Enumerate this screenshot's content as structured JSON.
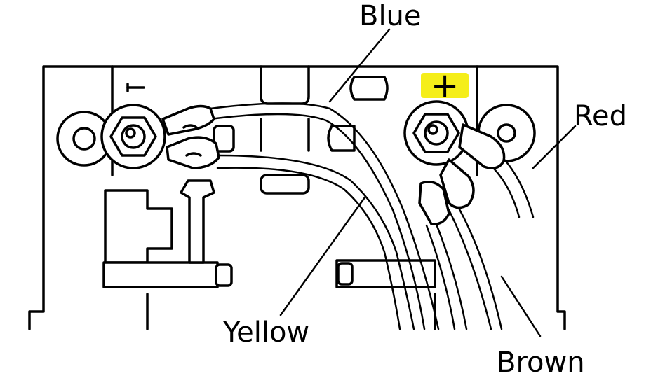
{
  "labels": {
    "blue": "Blue",
    "red": "Red",
    "yellow": "Yellow",
    "brown": "Brown",
    "positive": "+",
    "negative": "-"
  },
  "colors": {
    "highlight": "#f5ee1a",
    "ink": "#000000",
    "background": "#ffffff"
  }
}
